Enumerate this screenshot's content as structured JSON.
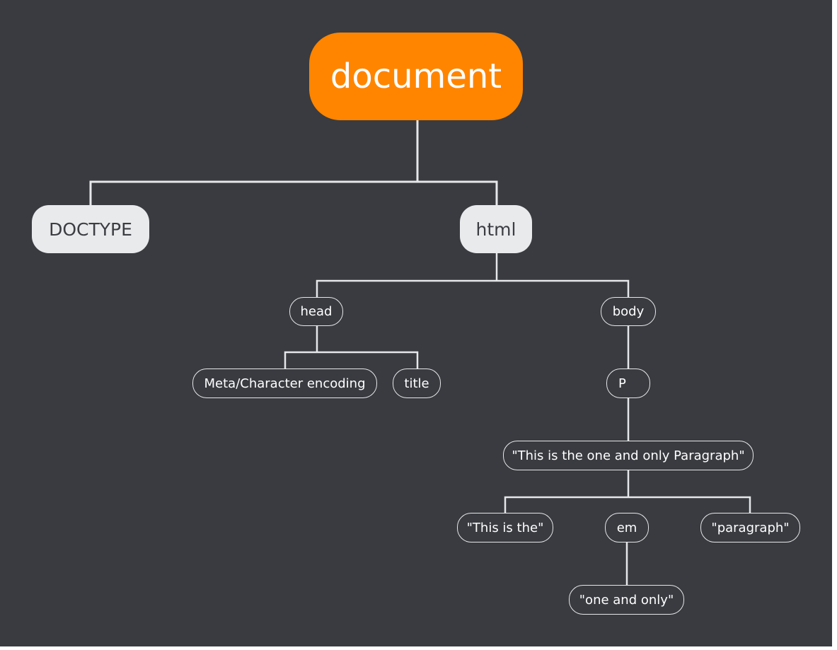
{
  "diagram": {
    "nodes": {
      "document": "document",
      "doctype": "DOCTYPE",
      "html": "html",
      "head": "head",
      "body": "body",
      "meta": "Meta/Character encoding",
      "title": "title",
      "p": "P",
      "paragraph_text": "\"This is the one and only Paragraph\"",
      "this_is_the": "\"This is the\"",
      "em": "em",
      "paragraph_word": "\"paragraph\"",
      "one_and_only": "\"one and only\""
    },
    "colors": {
      "background": "#393b40",
      "root_fill": "#ff8500",
      "major_fill": "#e9eaec",
      "connector": "#e6e7e9"
    }
  }
}
